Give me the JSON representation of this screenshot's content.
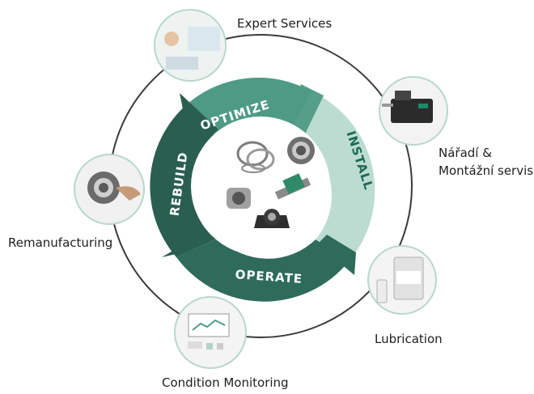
{
  "cycle": {
    "segments": {
      "optimize": "OPTIMIZE",
      "install": "INSTALL",
      "operate": "OPERATE",
      "rebuild": "REBUILD"
    }
  },
  "services": [
    {
      "id": "expert",
      "label": "Expert Services",
      "icon": "engineer-at-computer-photo"
    },
    {
      "id": "tools",
      "label_lines": [
        "Nářadí &",
        "Montážní servis"
      ],
      "icon": "induction-heater-photo"
    },
    {
      "id": "lubrication",
      "label": "Lubrication",
      "icon": "lubricant-container-photo"
    },
    {
      "id": "monitoring",
      "label": "Condition Monitoring",
      "icon": "monitoring-device-photo"
    },
    {
      "id": "reman",
      "label": "Remanufacturing",
      "icon": "bearing-remanufacture-photo"
    }
  ],
  "colors": {
    "dark_green": "#2f6b5a",
    "mid_green": "#4f9a85",
    "light_green": "#bcdcd2",
    "connector_gray": "#3a3a3a",
    "circle_border": "#b8d8cc"
  }
}
